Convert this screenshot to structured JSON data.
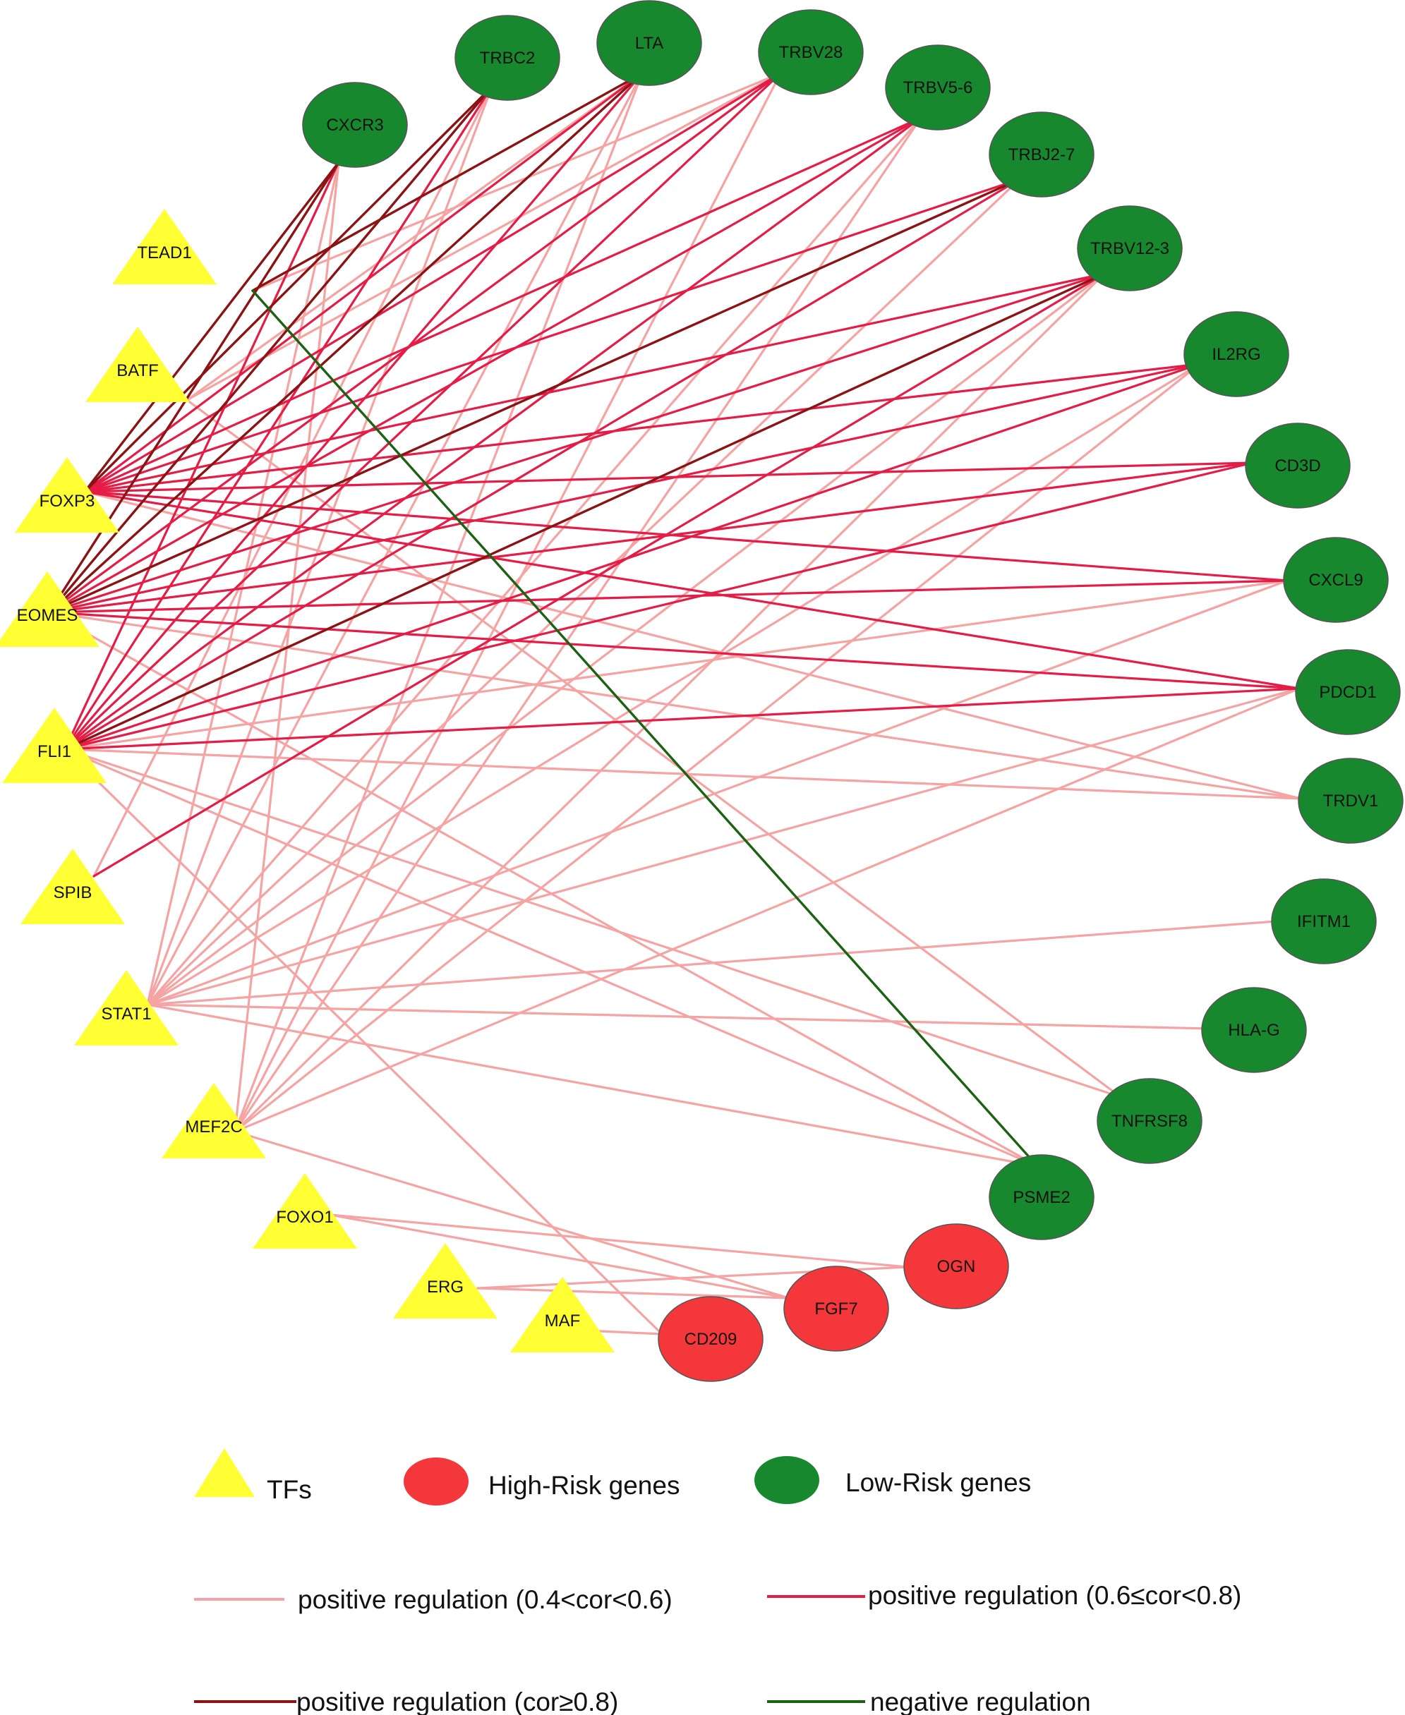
{
  "colors": {
    "tf": "#ffff33",
    "high_risk": "#f4373a",
    "low_risk": "#18882f",
    "node_stroke": "#555555",
    "weak_positive": "#f5a3a3",
    "medium_positive": "#e41c46",
    "strong_positive": "#8b1313",
    "negative": "#1b6312"
  },
  "nodes": {
    "tfs": [
      "TEAD1",
      "BATF",
      "FOXP3",
      "EOMES",
      "FLI1",
      "SPIB",
      "STAT1",
      "MEF2C",
      "FOXO1",
      "ERG",
      "MAF"
    ],
    "low_risk": [
      "CXCR3",
      "TRBC2",
      "LTA",
      "TRBV28",
      "TRBV5-6",
      "TRBJ2-7",
      "TRBV12-3",
      "IL2RG",
      "CD3D",
      "CXCL9",
      "PDCD1",
      "TRDV1",
      "IFITM1",
      "HLA-G",
      "TNFRSF8",
      "PSME2"
    ],
    "high_risk": [
      "OGN",
      "FGF7",
      "CD209"
    ]
  },
  "edges": [
    {
      "tf": "FOXP3",
      "gene": "CXCR3",
      "type": "strong_positive"
    },
    {
      "tf": "EOMES",
      "gene": "CXCR3",
      "type": "strong_positive"
    },
    {
      "tf": "FLI1",
      "gene": "CXCR3",
      "type": "medium_positive"
    },
    {
      "tf": "FOXP3",
      "gene": "TRBC2",
      "type": "strong_positive"
    },
    {
      "tf": "EOMES",
      "gene": "TRBC2",
      "type": "strong_positive"
    },
    {
      "tf": "FLI1",
      "gene": "TRBC2",
      "type": "medium_positive"
    },
    {
      "tf": "TEAD1",
      "gene": "LTA",
      "type": "strong_positive"
    },
    {
      "tf": "FOXP3",
      "gene": "LTA",
      "type": "medium_positive"
    },
    {
      "tf": "EOMES",
      "gene": "LTA",
      "type": "strong_positive"
    },
    {
      "tf": "FLI1",
      "gene": "LTA",
      "type": "medium_positive"
    },
    {
      "tf": "FOXP3",
      "gene": "TRBV28",
      "type": "medium_positive"
    },
    {
      "tf": "EOMES",
      "gene": "TRBV28",
      "type": "medium_positive"
    },
    {
      "tf": "FLI1",
      "gene": "TRBV28",
      "type": "medium_positive"
    },
    {
      "tf": "FOXP3",
      "gene": "TRBV5-6",
      "type": "medium_positive"
    },
    {
      "tf": "EOMES",
      "gene": "TRBV5-6",
      "type": "medium_positive"
    },
    {
      "tf": "FLI1",
      "gene": "TRBV5-6",
      "type": "medium_positive"
    },
    {
      "tf": "FOXP3",
      "gene": "TRBJ2-7",
      "type": "medium_positive"
    },
    {
      "tf": "EOMES",
      "gene": "TRBJ2-7",
      "type": "strong_positive"
    },
    {
      "tf": "FLI1",
      "gene": "TRBJ2-7",
      "type": "medium_positive"
    },
    {
      "tf": "FOXP3",
      "gene": "TRBV12-3",
      "type": "medium_positive"
    },
    {
      "tf": "EOMES",
      "gene": "TRBV12-3",
      "type": "medium_positive"
    },
    {
      "tf": "FLI1",
      "gene": "TRBV12-3",
      "type": "strong_positive"
    },
    {
      "tf": "SPIB",
      "gene": "TRBV12-3",
      "type": "medium_positive"
    },
    {
      "tf": "FOXP3",
      "gene": "IL2RG",
      "type": "medium_positive"
    },
    {
      "tf": "EOMES",
      "gene": "IL2RG",
      "type": "medium_positive"
    },
    {
      "tf": "FLI1",
      "gene": "IL2RG",
      "type": "medium_positive"
    },
    {
      "tf": "FOXP3",
      "gene": "CD3D",
      "type": "medium_positive"
    },
    {
      "tf": "EOMES",
      "gene": "CD3D",
      "type": "medium_positive"
    },
    {
      "tf": "FLI1",
      "gene": "CD3D",
      "type": "medium_positive"
    },
    {
      "tf": "FOXP3",
      "gene": "CXCL9",
      "type": "medium_positive"
    },
    {
      "tf": "EOMES",
      "gene": "CXCL9",
      "type": "medium_positive"
    },
    {
      "tf": "FOXP3",
      "gene": "PDCD1",
      "type": "medium_positive"
    },
    {
      "tf": "EOMES",
      "gene": "PDCD1",
      "type": "medium_positive"
    },
    {
      "tf": "FLI1",
      "gene": "PDCD1",
      "type": "medium_positive"
    },
    {
      "tf": "TEAD1",
      "gene": "PSME2",
      "type": "negative"
    },
    {
      "tf": "STAT1",
      "gene": "CXCR3",
      "type": "weak_positive"
    },
    {
      "tf": "STAT1",
      "gene": "TRBC2",
      "type": "weak_positive"
    },
    {
      "tf": "STAT1",
      "gene": "LTA",
      "type": "weak_positive"
    },
    {
      "tf": "STAT1",
      "gene": "TRBV5-6",
      "type": "weak_positive"
    },
    {
      "tf": "STAT1",
      "gene": "TRBJ2-7",
      "type": "weak_positive"
    },
    {
      "tf": "STAT1",
      "gene": "TRBV12-3",
      "type": "weak_positive"
    },
    {
      "tf": "STAT1",
      "gene": "IL2RG",
      "type": "weak_positive"
    },
    {
      "tf": "STAT1",
      "gene": "CXCL9",
      "type": "weak_positive"
    },
    {
      "tf": "STAT1",
      "gene": "PDCD1",
      "type": "weak_positive"
    },
    {
      "tf": "STAT1",
      "gene": "IFITM1",
      "type": "weak_positive"
    },
    {
      "tf": "STAT1",
      "gene": "HLA-G",
      "type": "weak_positive"
    },
    {
      "tf": "STAT1",
      "gene": "PSME2",
      "type": "weak_positive"
    },
    {
      "tf": "MEF2C",
      "gene": "CXCR3",
      "type": "weak_positive"
    },
    {
      "tf": "MEF2C",
      "gene": "LTA",
      "type": "weak_positive"
    },
    {
      "tf": "MEF2C",
      "gene": "TRBV28",
      "type": "weak_positive"
    },
    {
      "tf": "MEF2C",
      "gene": "TRBV5-6",
      "type": "weak_positive"
    },
    {
      "tf": "MEF2C",
      "gene": "TRBV12-3",
      "type": "weak_positive"
    },
    {
      "tf": "MEF2C",
      "gene": "IL2RG",
      "type": "weak_positive"
    },
    {
      "tf": "MEF2C",
      "gene": "PDCD1",
      "type": "weak_positive"
    },
    {
      "tf": "MEF2C",
      "gene": "FGF7",
      "type": "weak_positive"
    },
    {
      "tf": "SPIB",
      "gene": "TRBC2",
      "type": "weak_positive"
    },
    {
      "tf": "BATF",
      "gene": "LTA",
      "type": "weak_positive"
    },
    {
      "tf": "BATF",
      "gene": "TNFRSF8",
      "type": "weak_positive"
    },
    {
      "tf": "BATF",
      "gene": "TRBV28",
      "type": "weak_positive"
    },
    {
      "tf": "FOXP3",
      "gene": "TRDV1",
      "type": "weak_positive"
    },
    {
      "tf": "EOMES",
      "gene": "TRDV1",
      "type": "weak_positive"
    },
    {
      "tf": "EOMES",
      "gene": "PSME2",
      "type": "weak_positive"
    },
    {
      "tf": "FLI1",
      "gene": "TRDV1",
      "type": "weak_positive"
    },
    {
      "tf": "FLI1",
      "gene": "TNFRSF8",
      "type": "weak_positive"
    },
    {
      "tf": "FLI1",
      "gene": "PSME2",
      "type": "weak_positive"
    },
    {
      "tf": "FLI1",
      "gene": "CD209",
      "type": "weak_positive"
    },
    {
      "tf": "FLI1",
      "gene": "CXCL9",
      "type": "weak_positive"
    },
    {
      "tf": "FOXO1",
      "gene": "OGN",
      "type": "weak_positive"
    },
    {
      "tf": "FOXO1",
      "gene": "FGF7",
      "type": "weak_positive"
    },
    {
      "tf": "ERG",
      "gene": "OGN",
      "type": "weak_positive"
    },
    {
      "tf": "ERG",
      "gene": "FGF7",
      "type": "weak_positive"
    },
    {
      "tf": "MAF",
      "gene": "CD209",
      "type": "weak_positive"
    },
    {
      "tf": "TEAD1",
      "gene": "TRBV28",
      "type": "weak_positive"
    }
  ],
  "legend": {
    "tfs": "TFs",
    "high_risk": "High-Risk genes",
    "low_risk": "Low-Risk genes",
    "weak_positive": "positive regulation (0.4<cor<0.6)",
    "medium_positive": "positive regulation (0.6≤cor<0.8)",
    "strong_positive": "positive regulation (cor≥0.8)",
    "negative": "negative regulation"
  }
}
